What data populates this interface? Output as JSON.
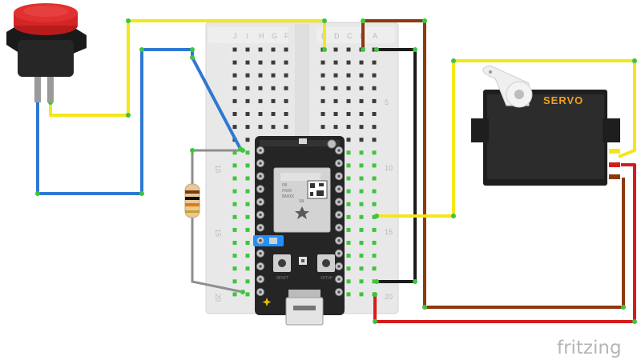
{
  "breadboard": {
    "column_letters": [
      "J",
      "I",
      "H",
      "G",
      "F",
      "E",
      "D",
      "C",
      "B",
      "A"
    ],
    "row_numbers": [
      "5",
      "10",
      "15",
      "20"
    ]
  },
  "servo": {
    "label": "SERVO"
  },
  "board": {
    "reset_label": "RESET",
    "setup_label": "SETUP"
  },
  "brand": {
    "name": "fritzing"
  },
  "colors": {
    "yellow_wire": "#f5e61a",
    "blue_wire": "#2e78d2",
    "black_wire": "#1b1b1b",
    "brown_wire": "#8b3a0e",
    "red_wire": "#d51c1c",
    "gray_wire": "#8e8e8e",
    "button_cap": "#d42525",
    "servo_body": "#2c2c2c"
  }
}
